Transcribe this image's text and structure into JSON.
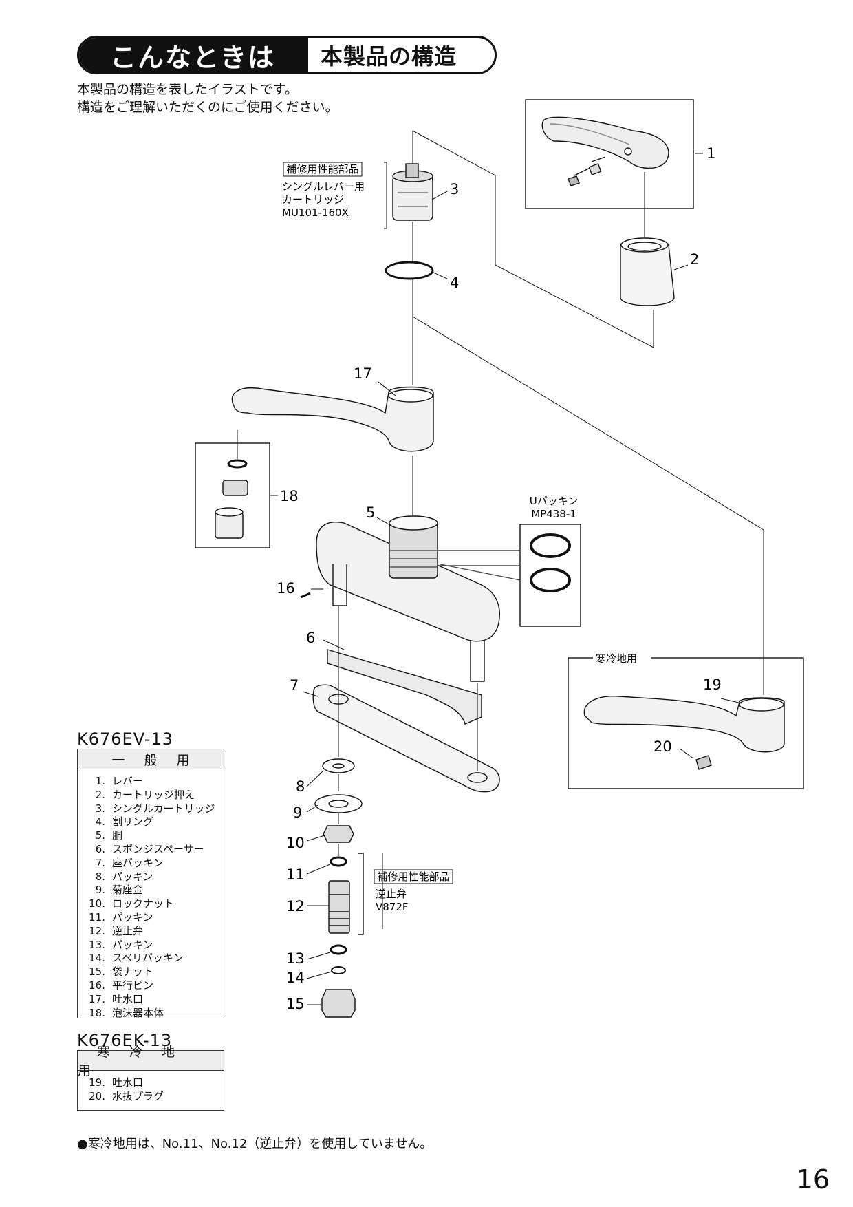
{
  "header": {
    "title": "こんなときは",
    "subtitle": "本製品の構造"
  },
  "intro": {
    "line1": "本製品の構造を表したイラストです。",
    "line2": "構造をご理解いただくのにご使用ください。"
  },
  "callouts": {
    "cartridge": {
      "badge": "補修用性能部品",
      "line1": "シングルレバー用",
      "line2": "カートリッジ",
      "line3": "MU101-160X"
    },
    "u_packing": {
      "line1": "Uパッキン",
      "line2": "MP438-1"
    },
    "check_valve": {
      "badge": "補修用性能部品",
      "line1": "逆止弁",
      "line2": "V872F"
    },
    "cold_region_box": "寒冷地用"
  },
  "part_numbers": [
    "1",
    "2",
    "3",
    "4",
    "5",
    "6",
    "7",
    "8",
    "9",
    "10",
    "11",
    "12",
    "13",
    "14",
    "15",
    "16",
    "17",
    "18",
    "19",
    "20"
  ],
  "tables": {
    "general": {
      "model": "K676EV-13",
      "heading": "一般用",
      "items": [
        {
          "no": "1.",
          "name": "レバー"
        },
        {
          "no": "2.",
          "name": "カートリッジ押え"
        },
        {
          "no": "3.",
          "name": "シングルカートリッジ"
        },
        {
          "no": "4.",
          "name": "割リング"
        },
        {
          "no": "5.",
          "name": "胴"
        },
        {
          "no": "6.",
          "name": "スポンジスペーサー"
        },
        {
          "no": "7.",
          "name": "座パッキン"
        },
        {
          "no": "8.",
          "name": "パッキン"
        },
        {
          "no": "9.",
          "name": "菊座金"
        },
        {
          "no": "10.",
          "name": "ロックナット"
        },
        {
          "no": "11.",
          "name": "パッキン"
        },
        {
          "no": "12.",
          "name": "逆止弁"
        },
        {
          "no": "13.",
          "name": "パッキン"
        },
        {
          "no": "14.",
          "name": "スベリパッキン"
        },
        {
          "no": "15.",
          "name": "袋ナット"
        },
        {
          "no": "16.",
          "name": "平行ピン"
        },
        {
          "no": "17.",
          "name": "吐水口"
        },
        {
          "no": "18.",
          "name": "泡沫器本体"
        }
      ]
    },
    "cold": {
      "model": "K676EK-13",
      "heading": "寒冷地用",
      "items": [
        {
          "no": "19.",
          "name": "吐水口"
        },
        {
          "no": "20.",
          "name": "水抜プラグ"
        }
      ]
    }
  },
  "note": "●寒冷地用は、No.11、No.12（逆止弁）を使用していません。",
  "page_number": "16"
}
